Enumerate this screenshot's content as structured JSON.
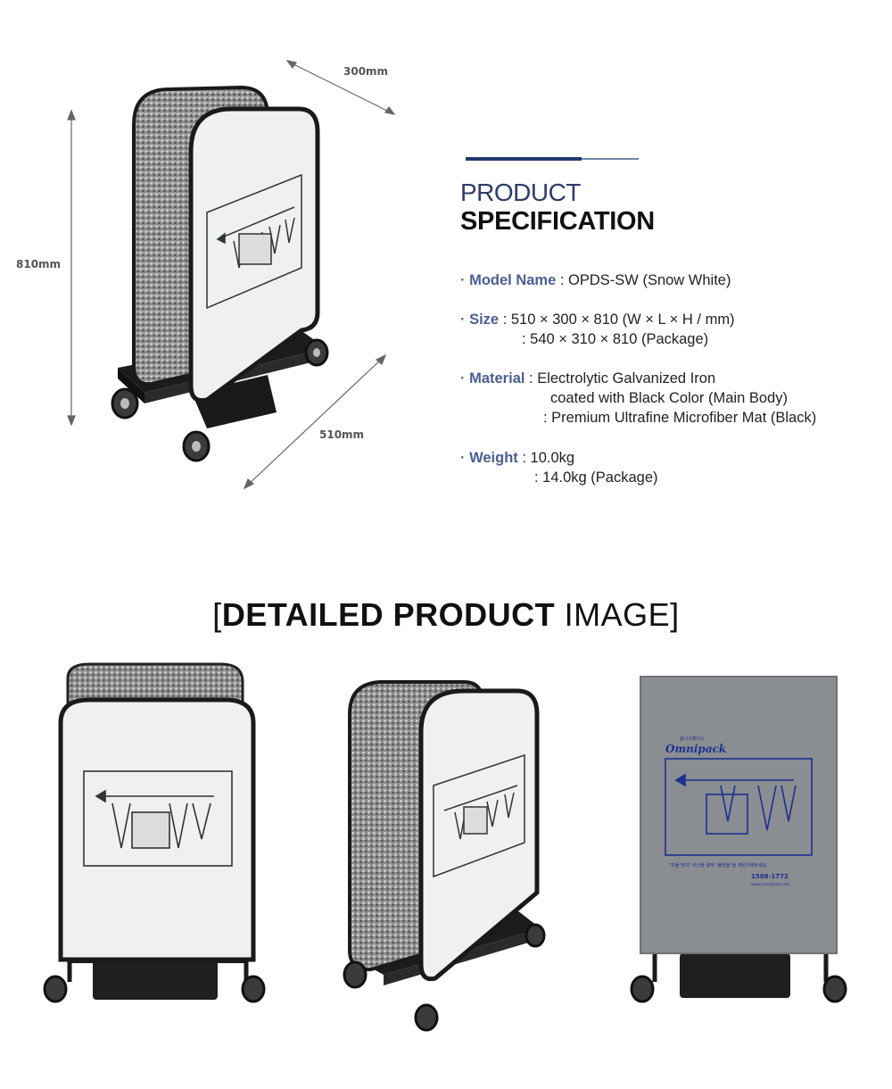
{
  "dimensions": {
    "width_label": "300mm",
    "height_label": "810mm",
    "depth_label": "510mm"
  },
  "spec": {
    "title_line1": "PRODUCT",
    "title_line2": "SPECIFICATION",
    "items": [
      {
        "key": "Model Name",
        "lines": [
          " : OPDS-SW (Snow White)"
        ]
      },
      {
        "key": "Size",
        "lines": [
          " : 510 × 300 × 810 (W × L × H / mm)",
          ": 540 × 310 × 810 (Package)"
        ]
      },
      {
        "key": "Material",
        "lines": [
          " : Electrolytic Galvanized Iron",
          "coated with Black Color (Main Body)",
          ": Premium Ultrafine Microfiber Mat (Black)"
        ]
      },
      {
        "key": "Weight",
        "lines": [
          " : 10.0kg",
          ": 14.0kg (Package)"
        ]
      }
    ],
    "bullet": "·"
  },
  "detail_heading": {
    "open": "[",
    "bold": "DETAILED PRODUCT",
    "light": " IMAGE",
    "close": "]"
  },
  "cover": {
    "brand_small": "옴니스페이스",
    "brand": "Omnipack",
    "notice": "\"빗물 방지\" 우산을 꿀떡 \"물방울\"을 깨끗이해주세요.",
    "phone": "1588-1772",
    "url": "www.omnipack.net"
  },
  "colors": {
    "accent_dark": "#1f3a6b",
    "accent_light": "#6f86ad",
    "key_text": "#4a5f92",
    "cover_grey": "#8a8d91",
    "cover_print": "#1d2f8f"
  },
  "icons": [
    "umbrella-drying-icon",
    "arrow-left-icon"
  ]
}
